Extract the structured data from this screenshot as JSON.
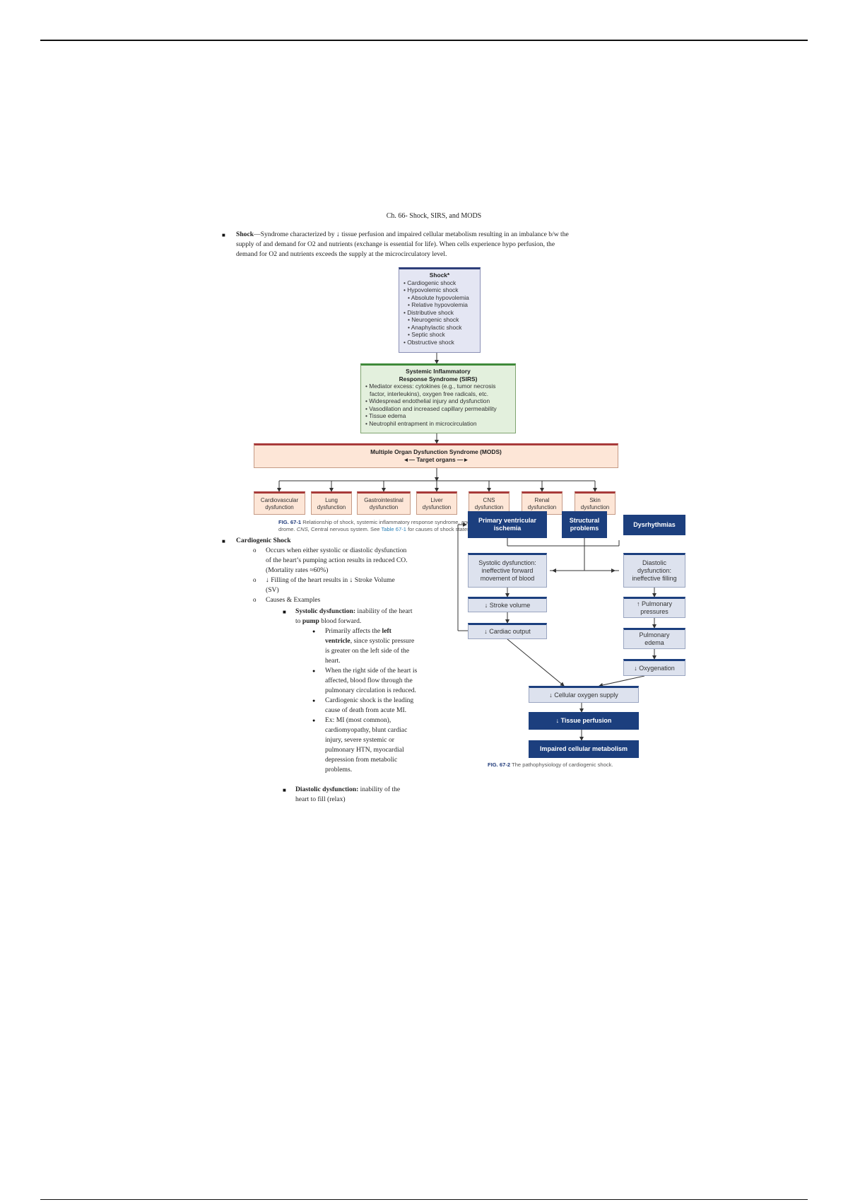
{
  "document": {
    "title": "Ch. 66- Shock, SIRS, and MODS",
    "shock_intro": {
      "term": "Shock",
      "line1": "—Syndrome characterized by ↓ tissue perfusion and impaired cellular metabolism resulting in an imbalance b/w the",
      "line2": "supply of and demand for O2 and nutrients (exchange is essential for life). When cells experience hypo perfusion, the",
      "line3": "demand for O2 and nutrients exceeds the supply at the microcirculatory level."
    },
    "cardiogenic": {
      "heading": "Cardiogenic Shock",
      "sub1": [
        "Occurs when either systolic or diastolic dysfunction",
        "of the heart’s pumping action results in reduced CO.",
        "(Mortality rates ≈60%)"
      ],
      "sub2": [
        "↓ Filling of the heart results in ↓ Stroke Volume",
        "(SV)"
      ],
      "sub3": "Causes & Examples",
      "systolic": {
        "label": "Systolic dysfunction:",
        "line1_rest": " inability of the heart",
        "line2_pre": "to ",
        "line2_bold": "pump",
        "line2_rest": " blood forward.",
        "points": [
          {
            "lines": [
              "Primarily affects the ",
              "left",
              "ventricle",
              ", since systolic pressure",
              "is greater on the left side of the",
              "heart."
            ]
          },
          {
            "lines": [
              "When the right side of the heart is",
              "affected, blood flow through the",
              "pulmonary circulation is reduced."
            ]
          },
          {
            "lines": [
              "Cardiogenic shock is the leading",
              "cause of death from acute MI."
            ]
          },
          {
            "lines": [
              "Ex: MI (most common),",
              "cardiomyopathy, blunt cardiac",
              "injury, severe systemic or",
              "pulmonary HTN, myocardial",
              "depression from metabolic",
              "problems."
            ]
          }
        ]
      },
      "diastolic": {
        "label": "Diastolic dysfunction:",
        "line1_rest": " inability of the",
        "line2": "heart to fill (relax)"
      }
    },
    "figure1": {
      "shock": {
        "title": "Shock*",
        "items": [
          "• Cardiogenic shock",
          "• Hypovolemic shock",
          "• Absolute hypovolemia",
          "• Relative hypovolemia",
          "• Distributive shock",
          "• Neurogenic shock",
          "• Anaphylactic shock",
          "• Septic shock",
          "• Obstructive shock"
        ]
      },
      "sirs": {
        "title1": "Systemic Inflammatory",
        "title2": "Response Syndrome (SIRS)",
        "items": [
          "• Mediator excess: cytokines (e.g., tumor necrosis",
          "factor, interleukins), oxygen free radicals, etc.",
          "• Widespread endothelial injury and dysfunction",
          "• Vasodilation and increased capillary permeability",
          "• Tissue edema",
          "• Neutrophil entrapment in microcirculation"
        ]
      },
      "mods": {
        "title": "Multiple Organ Dysfunction Syndrome (MODS)",
        "subtitle": "◄— Target organs —►"
      },
      "organs": [
        [
          "Cardiovascular",
          "dysfunction"
        ],
        [
          "Lung",
          "dysfunction"
        ],
        [
          "Gastrointestinal",
          "dysfunction"
        ],
        [
          "Liver",
          "dysfunction"
        ],
        [
          "CNS",
          "dysfunction"
        ],
        [
          "Renal",
          "dysfunction"
        ],
        [
          "Skin",
          "dysfunction"
        ]
      ],
      "caption": {
        "label": "FIG. 67-1",
        "line1": " Relationship of shock, systemic inflammatory response syndrome, and multiple organ dysfunction syn-",
        "line2_pre": "drome. ",
        "line2_abbr": "CNS,",
        "line2_mid": " Central nervous system. See ",
        "line2_link": "Table 67-1",
        "line2_post": " for causes of shock states.)"
      }
    },
    "figure2": {
      "primary": [
        "Primary ventricular",
        "ischemia"
      ],
      "structural": [
        "Structural",
        "problems"
      ],
      "dysrhythmias": "Dysrhythmias",
      "systolic": [
        "Systolic dysfunction:",
        "ineffective forward",
        "movement of blood"
      ],
      "diastolic": [
        "Diastolic",
        "dysfunction:",
        "ineffective filling"
      ],
      "stroke": "↓ Stroke volume",
      "cardiac": "↓ Cardiac output",
      "pulm_pressures": [
        "↑ Pulmonary",
        "pressures"
      ],
      "pulm_edema": [
        "Pulmonary",
        "edema"
      ],
      "oxygenation": "↓ Oxygenation",
      "cellular_o2": "↓ Cellular oxygen supply",
      "tissue": "↓ Tissue perfusion",
      "impaired": "Impaired cellular metabolism",
      "caption_label": "FIG. 67-2",
      "caption_text": " The pathophysiology of cardiogenic shock."
    },
    "colors": {
      "navy": "#1c3f7e",
      "shock_box": "#e4e6f3",
      "sirs_box": "#e3f0dd",
      "mods_box": "#fde6d7",
      "mods_border": "#a83a3a",
      "sirs_border": "#3f8a3a"
    }
  }
}
